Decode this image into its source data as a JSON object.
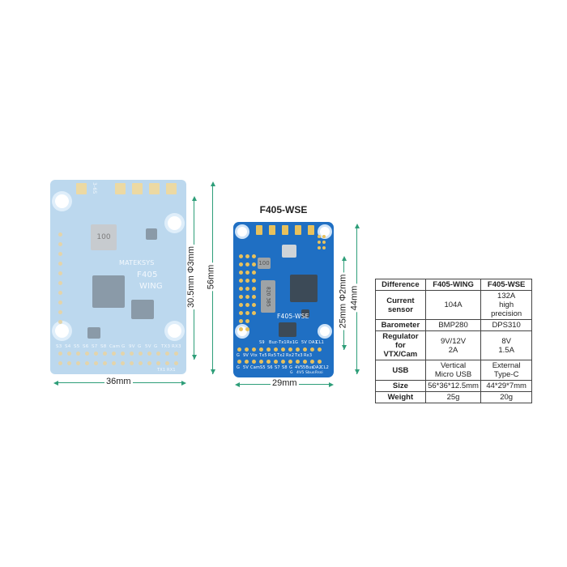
{
  "wse_title": "F405-WSE",
  "dimensions": {
    "wing_width": "36mm",
    "wing_height": "56mm",
    "wing_hole": "30.5mm Φ3mm",
    "wse_width": "29mm",
    "wse_height": "44mm",
    "wse_hole": "25mm Φ2mm"
  },
  "wing_silk": {
    "brand": "MATEKSYS",
    "model_1": "F405",
    "model_2": "WING",
    "inductor": "100",
    "batt": "3-6S",
    "bottom_row": [
      "S3",
      "S4",
      "S5",
      "S6",
      "S7",
      "S8",
      "Cam",
      "G",
      "9V",
      "G",
      "5V",
      "G",
      "TX3",
      "RX3"
    ],
    "top_row_pin_label": "TX1 RX1"
  },
  "wse_silk": {
    "model": "F405-WSE",
    "inductor": "100",
    "regulator": "820 385",
    "row_top": [
      "S9",
      "Buz-",
      "Tx1",
      "Rx1",
      "G",
      "5V",
      "DA1",
      "CL1"
    ],
    "row_mid": [
      "G",
      "9V",
      "Vtx",
      "Tx5",
      "Rx5",
      "Tx2",
      "Rx2",
      "Tx3",
      "Rx3"
    ],
    "row_bot": [
      "G",
      "5V",
      "Cam",
      "S5",
      "S6",
      "S7",
      "S8",
      "G",
      "4V5",
      "5Bus",
      "DA2",
      "CL2"
    ],
    "row_bot2": [
      "G",
      "4V5",
      "Sbus",
      "Rssi"
    ]
  },
  "table": {
    "headers": [
      "Difference",
      "F405-WING",
      "F405-WSE"
    ],
    "rows": [
      {
        "label": "Current sensor",
        "wing": "104A",
        "wse": "132A\nhigh precision"
      },
      {
        "label": "Barometer",
        "wing": "BMP280",
        "wse": "DPS310"
      },
      {
        "label": "Regulator\nfor VTX/Cam",
        "wing": "9V/12V\n2A",
        "wse": "8V\n1.5A"
      },
      {
        "label": "USB",
        "wing": "Vertical\nMicro USB",
        "wse": "External\nType-C"
      },
      {
        "label": "Size",
        "wing": "56*36*12.5mm",
        "wse": "44*29*7mm"
      },
      {
        "label": "Weight",
        "wing": "25g",
        "wse": "20g"
      }
    ]
  },
  "colors": {
    "dimension_line": "#2e9e79",
    "wse_board": "#1f6fc3",
    "wing_board": "#bcd8ee",
    "pad_gold": "#e8c15c"
  }
}
